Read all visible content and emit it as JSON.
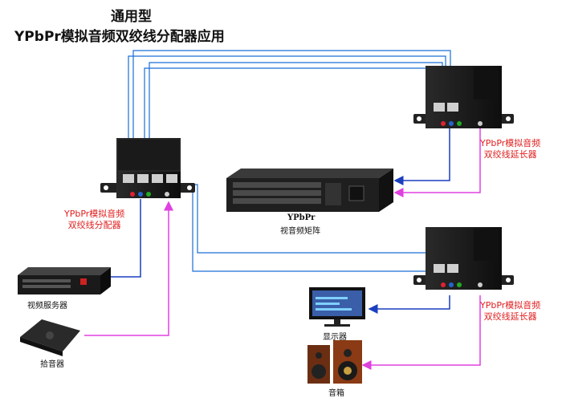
{
  "title": {
    "line1": "通用型",
    "line2": "YPbPr模拟音频双绞线分配器应用"
  },
  "devices": {
    "splitter": {
      "label_line1": "YPbPr模拟音频",
      "label_line2": "双绞线分配器"
    },
    "extender_top": {
      "label_line1": "YPbPr模拟音频",
      "label_line2": "双绞线延长器"
    },
    "extender_bottom": {
      "label_line1": "YPbPr模拟音频",
      "label_line2": "双绞线延长器"
    },
    "matrix": {
      "brand": "YPbPr",
      "label": "视音频矩阵"
    },
    "server": {
      "label": "视频服务器"
    },
    "microphone": {
      "label": "拾音器"
    },
    "monitor": {
      "label": "显示器"
    },
    "speaker": {
      "label": "音箱"
    }
  },
  "colors": {
    "network_cable": "#1a6fd6",
    "video_line": "#1a3fbf",
    "audio_line": "#e040e0",
    "device_body": "#1c1c1c",
    "label_red": "#e02020"
  }
}
